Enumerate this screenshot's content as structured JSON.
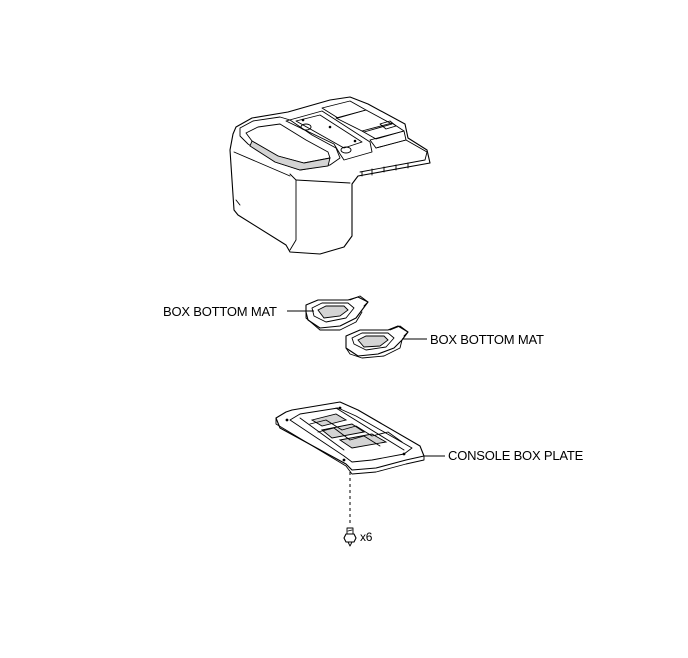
{
  "callouts": {
    "box_bottom_mat_1": "BOX BOTTOM MAT",
    "box_bottom_mat_2": "BOX BOTTOM MAT",
    "console_box_plate": "CONSOLE BOX PLATE",
    "screw_quantity": "x6"
  },
  "colors": {
    "line": "#000000",
    "shade": "#d4d4d4",
    "background": "#ffffff"
  },
  "icons": {
    "console_box": "console-box-drawing",
    "mat": "box-bottom-mat-drawing",
    "plate": "console-box-plate-drawing",
    "screw": "screw-icon"
  }
}
